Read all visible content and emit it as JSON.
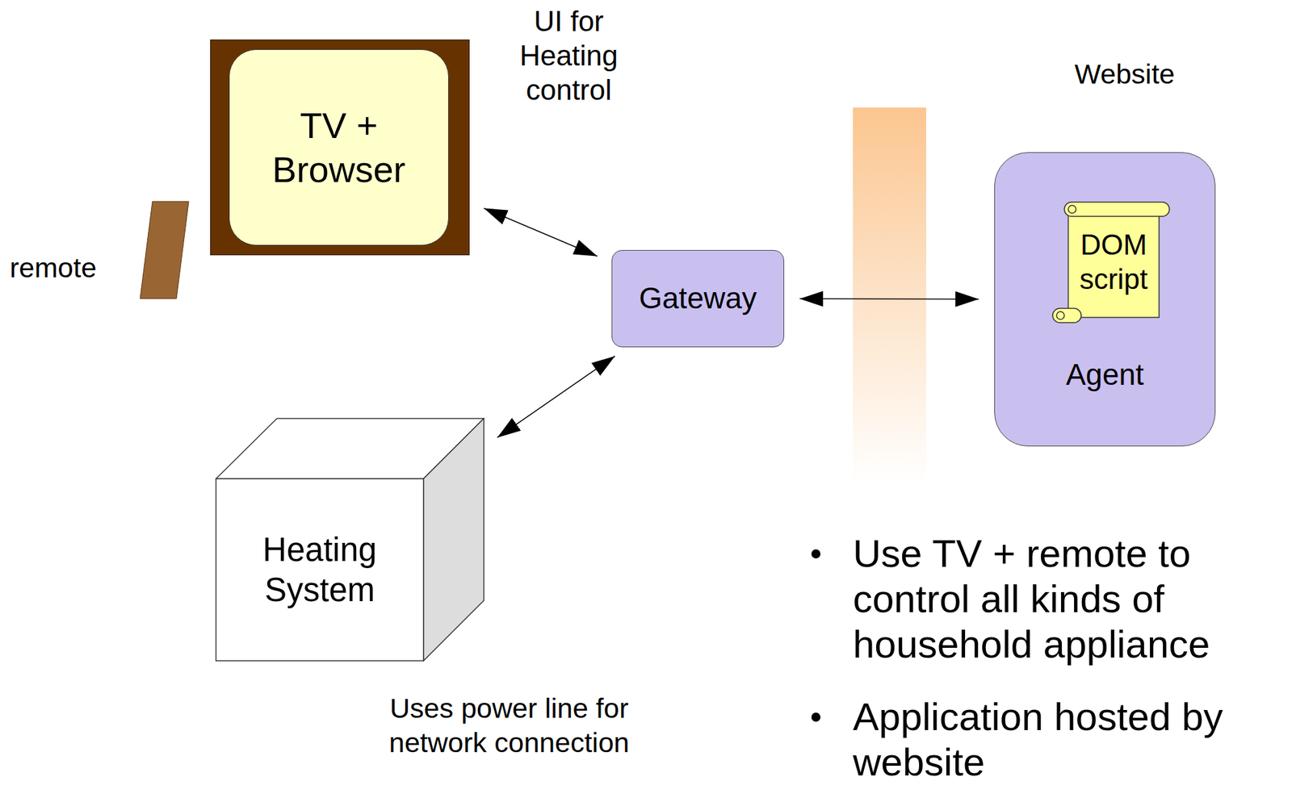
{
  "diagram": {
    "nodes": [
      {
        "text": [
          "TV + Browser"
        ]
      },
      {
        "text": [
          "Gateway"
        ]
      },
      {
        "text": [
          "Agent"
        ]
      },
      {
        "text": [
          "DOM script"
        ],
        "in": 2
      },
      {
        "text": [
          "Heating System"
        ]
      }
    ],
    "edges": [
      {
        "from": 0,
        "to": 1,
        "arrow": "both"
      },
      {
        "from": 1,
        "to": 2,
        "arrow": "both"
      },
      {
        "from": 4,
        "to": 1,
        "arrow": "both"
      }
    ],
    "labels": [
      "UI for Heating control",
      "remote",
      "Website",
      "Uses power line for network connection",
      "Use TV + remote to control all kinds of household appliance",
      "Application hosted by website"
    ]
  }
}
